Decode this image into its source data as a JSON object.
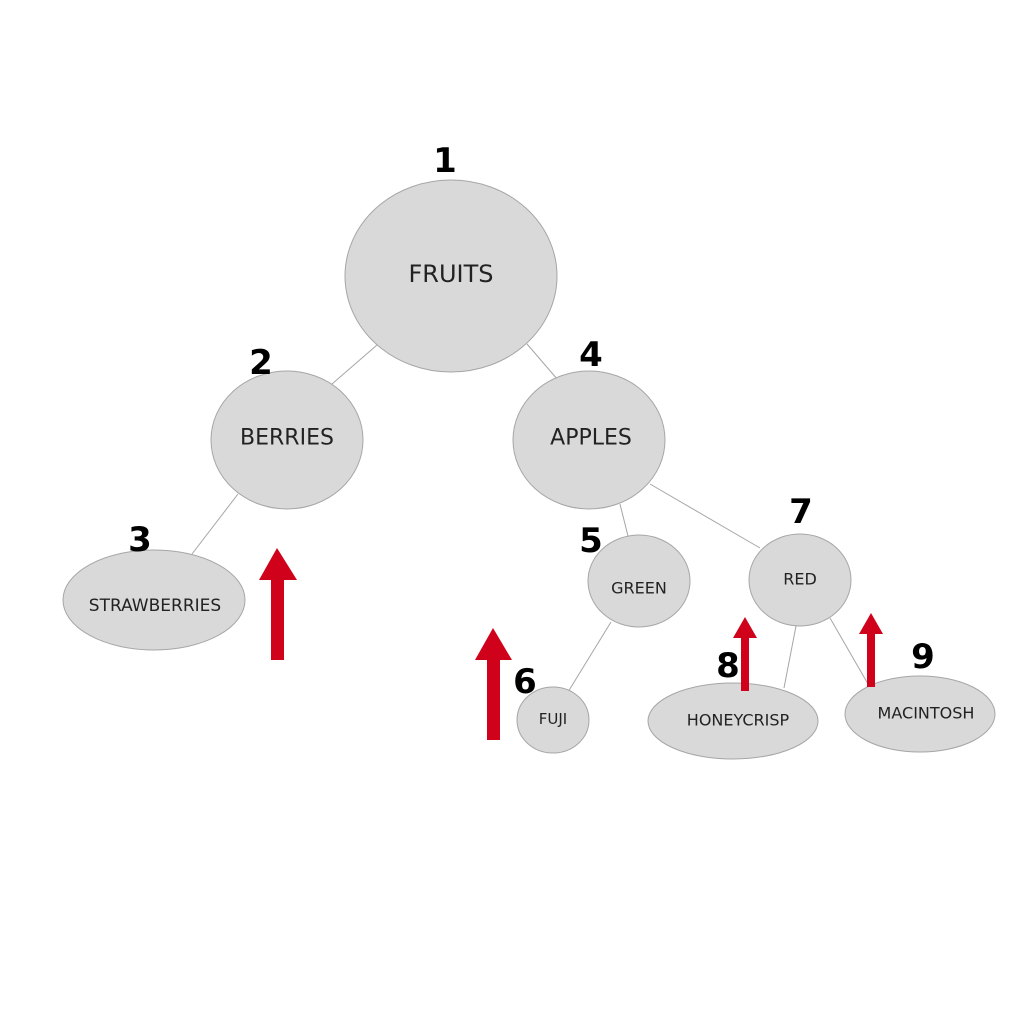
{
  "colors": {
    "node_fill": "#d9d9d9",
    "node_stroke": "#a6a6a6",
    "edge": "#a6a6a6",
    "arrow": "#d0021b",
    "number": "#000000"
  },
  "nodes": {
    "fruits": {
      "label": "FRUITS",
      "order": "1"
    },
    "berries": {
      "label": "BERRIES",
      "order": "2"
    },
    "strawberries": {
      "label": "STRAWBERRIES",
      "order": "3"
    },
    "apples": {
      "label": "APPLES",
      "order": "4"
    },
    "green": {
      "label": "GREEN",
      "order": "5"
    },
    "fuji": {
      "label": "FUJI",
      "order": "6"
    },
    "red": {
      "label": "RED",
      "order": "7"
    },
    "honeycrisp": {
      "label": "HONEYCRISP",
      "order": "8"
    },
    "macintosh": {
      "label": "MACINTOSH",
      "order": "9"
    }
  },
  "edges": [
    [
      "fruits",
      "berries"
    ],
    [
      "fruits",
      "apples"
    ],
    [
      "berries",
      "strawberries"
    ],
    [
      "apples",
      "green"
    ],
    [
      "apples",
      "red"
    ],
    [
      "green",
      "fuji"
    ],
    [
      "red",
      "honeycrisp"
    ],
    [
      "red",
      "macintosh"
    ]
  ],
  "arrows": [
    "up-arrow-1",
    "up-arrow-2",
    "up-arrow-3",
    "up-arrow-4"
  ]
}
